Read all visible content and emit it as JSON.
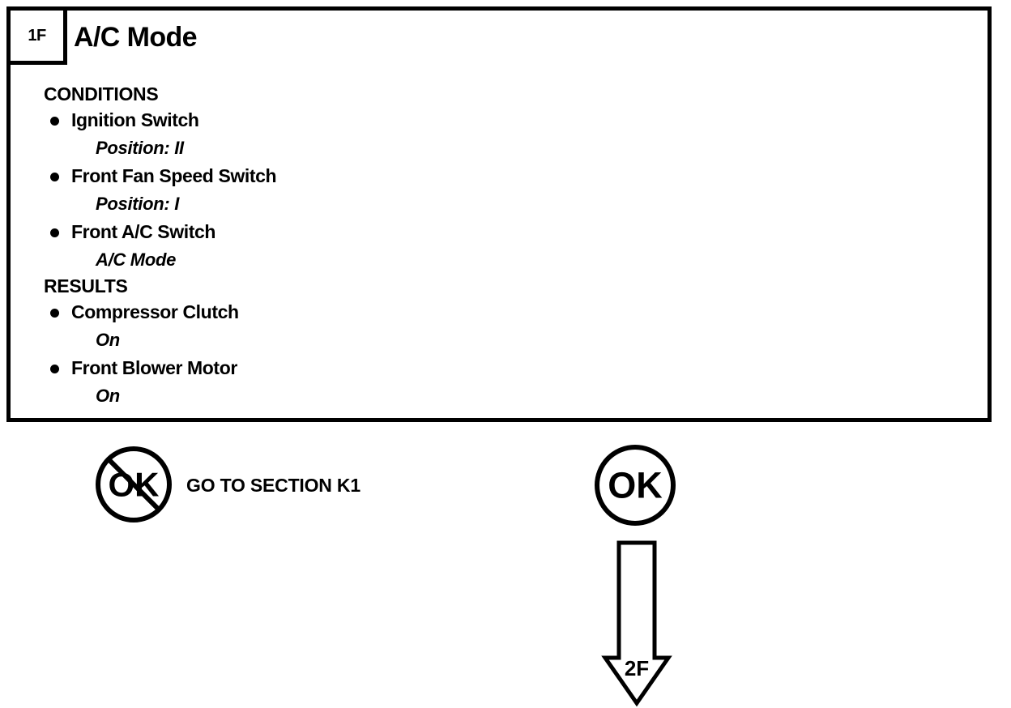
{
  "step": {
    "id": "1F",
    "title": "A/C Mode"
  },
  "sections": [
    {
      "heading": "CONDITIONS",
      "items": [
        {
          "label": "Ignition Switch",
          "value": "Position: II"
        },
        {
          "label": "Front Fan Speed Switch",
          "value": "Position: I"
        },
        {
          "label": "Front A/C Switch",
          "value": "A/C Mode"
        }
      ]
    },
    {
      "heading": "RESULTS",
      "items": [
        {
          "label": "Compressor Clutch",
          "value": "On"
        },
        {
          "label": "Front Blower Motor",
          "value": "On"
        }
      ]
    }
  ],
  "outcomes": {
    "not_ok": {
      "symbol_text": "OK",
      "icon": "not-ok-circle-icon",
      "action": "GO TO SECTION K1"
    },
    "ok": {
      "symbol_text": "OK",
      "icon": "ok-circle-icon",
      "next_step": "2F"
    }
  },
  "colors": {
    "ink": "#000000",
    "paper": "#ffffff"
  }
}
